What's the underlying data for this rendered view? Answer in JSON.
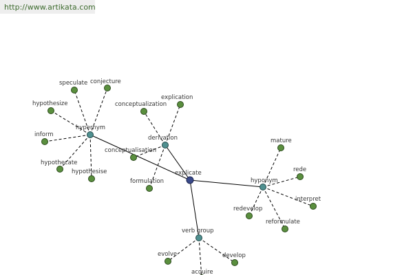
{
  "banner": {
    "url_text": "http://www.artikata.com"
  },
  "graph": {
    "center": "explicate",
    "hubs": [
      "hypernym",
      "derivation",
      "hyponym",
      "verb group"
    ],
    "hub_children": {
      "hypernym": [
        "speculate",
        "conjecture",
        "hypothesize",
        "inform",
        "hypothecate",
        "hypothesise"
      ],
      "derivation": [
        "conceptualization",
        "explication",
        "conceptualisation",
        "formulation"
      ],
      "hyponym": [
        "mature",
        "rede",
        "interpret",
        "reformulate",
        "redevelop"
      ],
      "verb group": [
        "evolve",
        "acquire",
        "develop"
      ]
    }
  },
  "colors": {
    "leaf": "#5a8f3e",
    "hub": "#4f9090",
    "center": "#3a4a8a",
    "banner_text": "#3d6b2e"
  }
}
